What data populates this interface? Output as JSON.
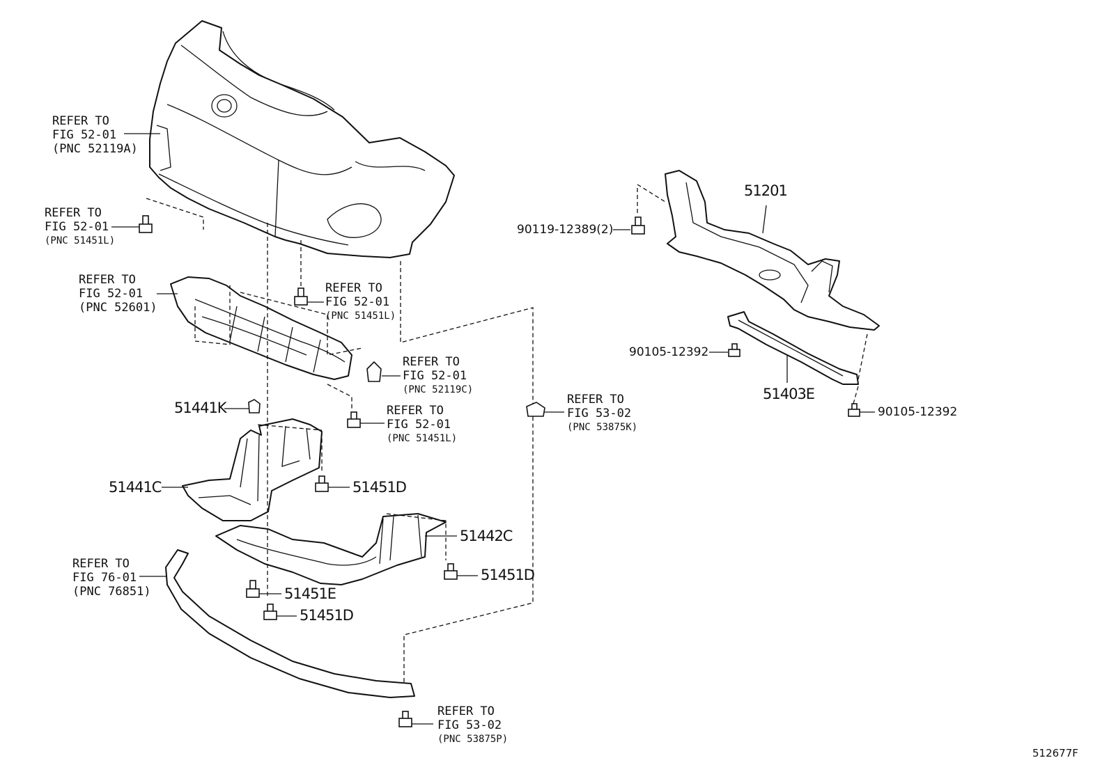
{
  "diagram_id": "512677F",
  "callouts": {
    "ref_bumper_cover": {
      "line1": "REFER TO",
      "line2": "FIG 52-01",
      "line3": "(PNC 52119A)"
    },
    "ref_bumper_clip_left": {
      "line1": "REFER TO",
      "line2": "FIG 52-01",
      "line3": "(PNC 51451L)"
    },
    "ref_absorber": {
      "line1": "REFER TO",
      "line2": "FIG 52-01",
      "line3": "(PNC 52601)"
    },
    "ref_clip_center": {
      "line1": "REFER TO",
      "line2": "FIG 52-01",
      "line3": "(PNC 51451L)"
    },
    "ref_retainer": {
      "line1": "REFER TO",
      "line2": "FIG 52-01",
      "line3": "(PNC 52119C)"
    },
    "ref_clip_lower": {
      "line1": "REFER TO",
      "line2": "FIG 52-01",
      "line3": "(PNC 51451L)"
    },
    "ref_nut": {
      "line1": "REFER TO",
      "line2": "FIG 53-02",
      "line3": "(PNC 53875K)"
    },
    "ref_spoiler": {
      "line1": "REFER TO",
      "line2": "FIG 76-01",
      "line3": "(PNC 76851)"
    },
    "ref_spoiler_clip": {
      "line1": "REFER TO",
      "line2": "FIG 53-02",
      "line3": "(PNC 53875P)"
    }
  },
  "parts": {
    "p51201": "51201",
    "p90119": "90119-12389(2)",
    "p90105_a": "90105-12392",
    "p90105_b": "90105-12392",
    "p51403e": "51403E",
    "p51441k": "51441K",
    "p51441c": "51441C",
    "p51451d_a": "51451D",
    "p51442c": "51442C",
    "p51451d_b": "51451D",
    "p51451e": "51451E",
    "p51451d_c": "51451D"
  }
}
